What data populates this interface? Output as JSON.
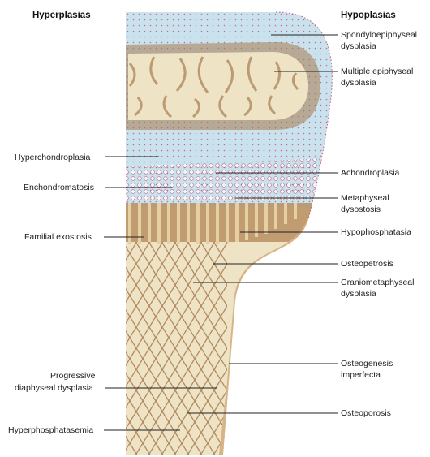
{
  "headers": {
    "left": "Hyperplasias",
    "right": "Hypoplasias"
  },
  "left_labels": {
    "hyperchondroplasia": [
      "Hyperchondroplasia"
    ],
    "enchondromatosis": [
      "Enchondromatosis"
    ],
    "familial_exostosis": [
      "Familial exostosis"
    ],
    "progressive_diaphyseal_dysplasia": [
      "Progressive",
      "diaphyseal dysplasia"
    ],
    "hyperphosphatasemia": [
      "Hyperphosphatasemia"
    ]
  },
  "right_labels": {
    "spondyloepiphyseal_dysplasia": [
      "Spondyloepiphyseal",
      "dysplasia"
    ],
    "multiple_epiphyseal_dysplasia": [
      "Multiple epiphyseal",
      "dysplasia"
    ],
    "achondroplasia": [
      "Achondroplasia"
    ],
    "metaphyseal_dysostosis": [
      "Metaphyseal",
      "dysostosis"
    ],
    "hypophosphatasia": [
      "Hypophosphatasia"
    ],
    "osteopetrosis": [
      "Osteopetrosis"
    ],
    "craniometaphyseal_dysplasia": [
      "Craniometaphyseal",
      "dysplasia"
    ],
    "osteogenesis_imperfecta": [
      "Osteogenesis",
      "imperfecta"
    ],
    "osteoporosis": [
      "Osteoporosis"
    ]
  },
  "colors": {
    "cartilage": "#c9e2ee",
    "bone_marrow": "#efe3c6",
    "cortex": "#d7b487",
    "trabecula": "#a67c4f",
    "periosteum_dots": "#c25a78"
  }
}
